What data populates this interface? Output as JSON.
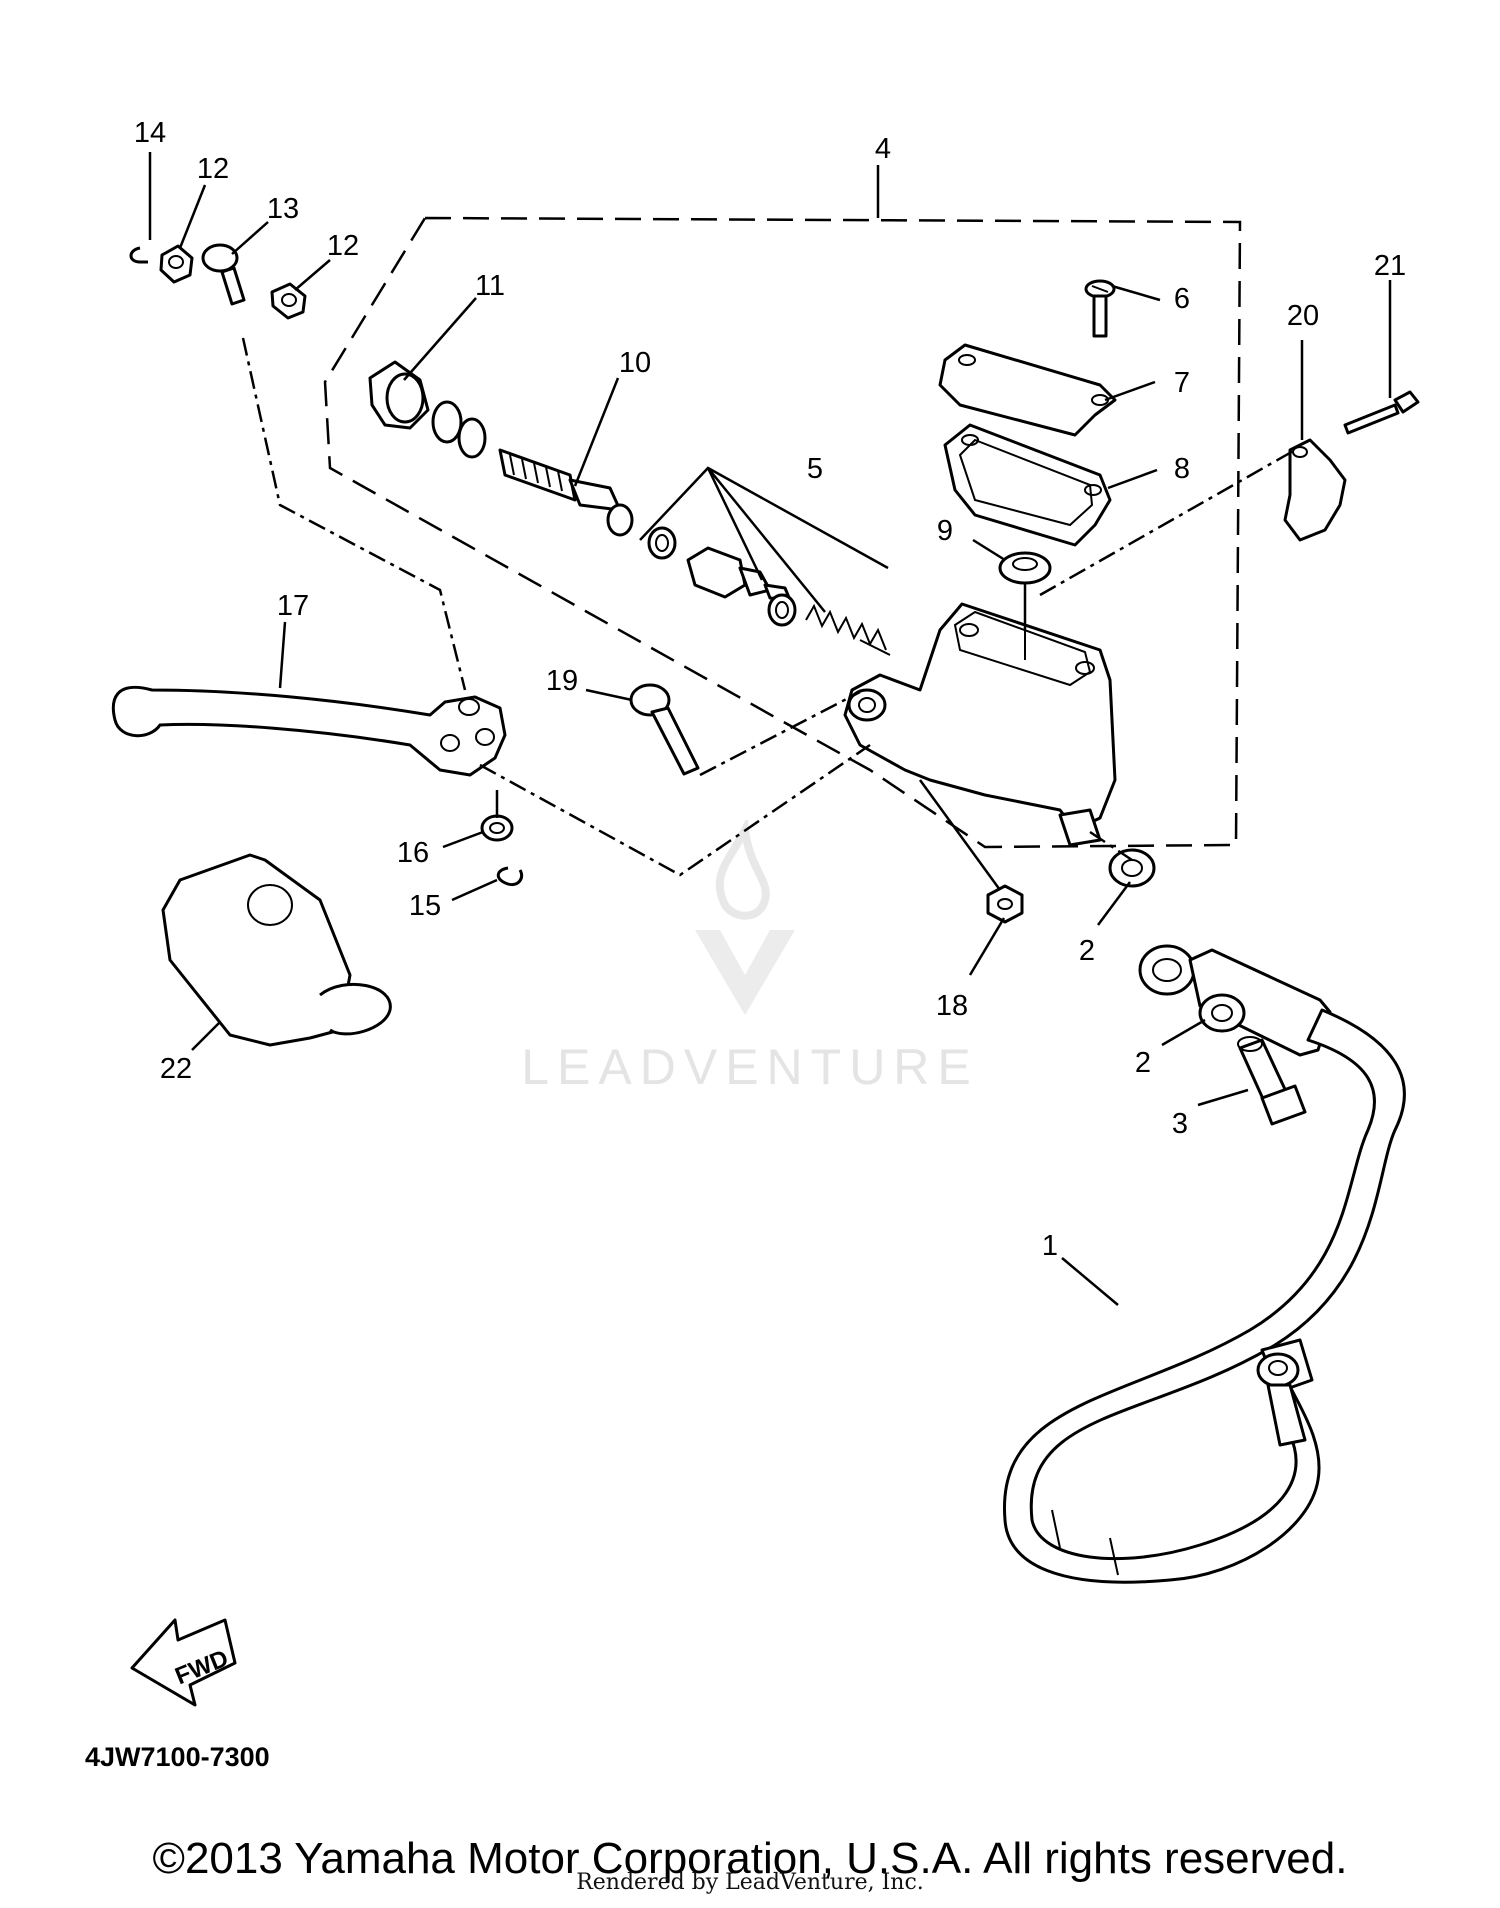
{
  "callouts": [
    "1",
    "2",
    "2",
    "3",
    "4",
    "5",
    "6",
    "7",
    "8",
    "9",
    "10",
    "11",
    "12",
    "12",
    "13",
    "14",
    "15",
    "16",
    "17",
    "18",
    "19",
    "20",
    "21",
    "22"
  ],
  "fwd_label": "FWD",
  "diagram_code": "4JW7100-7300",
  "copyright": "©2013 Yamaha Motor Corporation, U.S.A. All rights reserved.",
  "watermark": "LEADVENTURE",
  "rendered_by": "Rendered by LeadVenture, Inc."
}
